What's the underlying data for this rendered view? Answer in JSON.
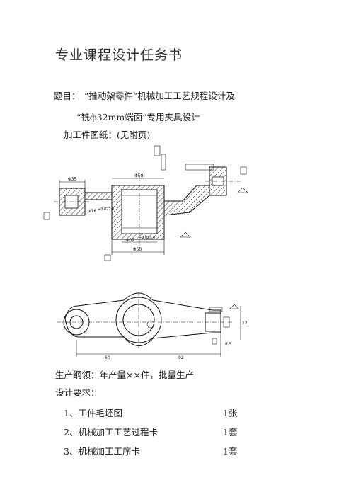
{
  "title": "专业课程设计任务书",
  "subject": {
    "label": "题目：",
    "line1": "“推动架零件”机械加工工艺规程设计及",
    "line2": "“铣ф32mm端面”专用夹具设计"
  },
  "drawing_label": "加工件图纸：(见附页)",
  "drawing_dims": {
    "d_left_hub": "Φ35",
    "d_center_top": "Φ50",
    "d_bore": "Φ32",
    "d_bore_tol": "+0.050 0",
    "d_bottom": "Φ50",
    "d_small_hole": "Φ16",
    "d_small_tol": "+0.027 0",
    "len_60": "60",
    "len_92": "92",
    "len_12": "12",
    "len_6_5": "6,5"
  },
  "production": "生产纲领：年产量××件，批量生产",
  "requirements_label": "设计要求：",
  "requirements": [
    {
      "text": "1、工件毛坯图",
      "qty": "1张"
    },
    {
      "text": "2、机械加工工艺过程卡",
      "qty": "1套"
    },
    {
      "text": "3、机械加工工序卡",
      "qty": "1套"
    }
  ]
}
